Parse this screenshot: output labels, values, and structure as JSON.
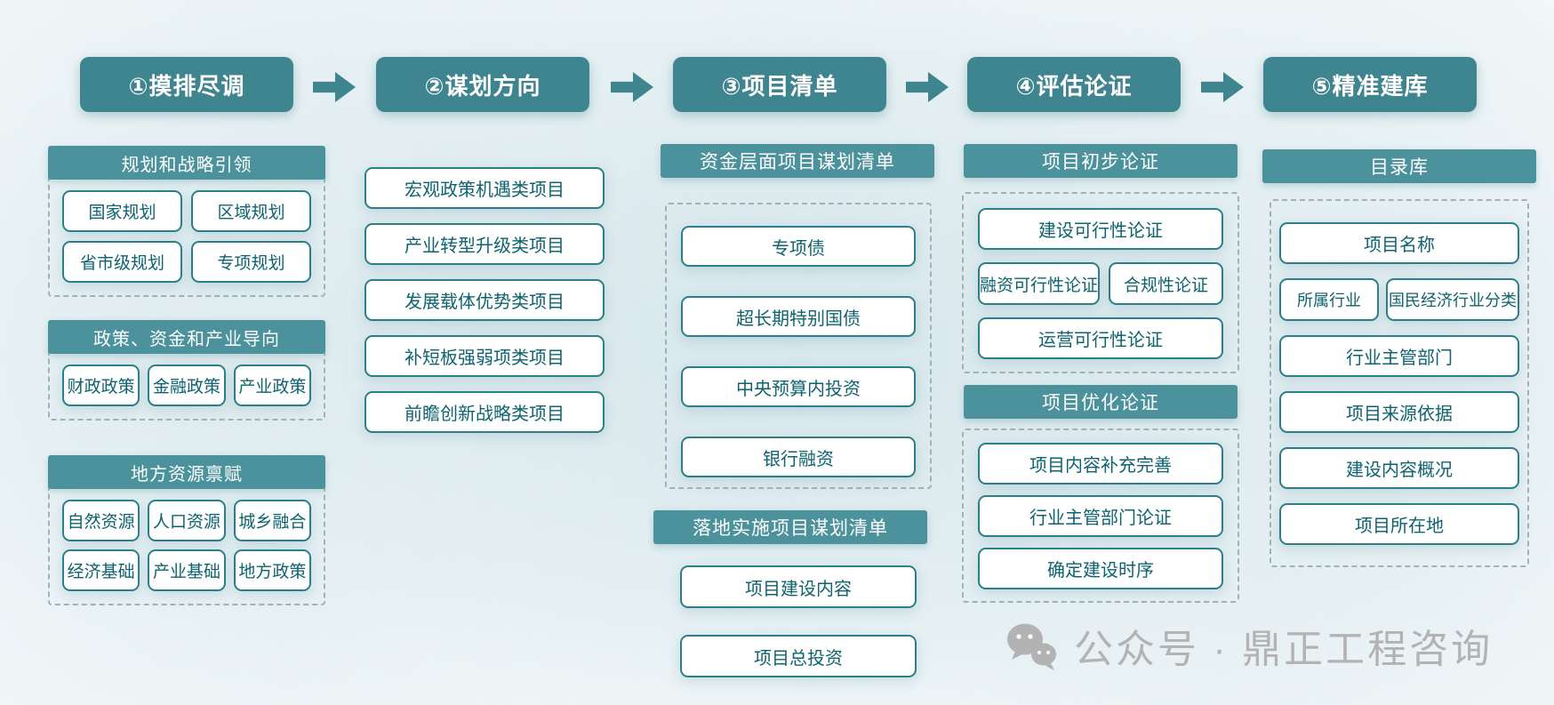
{
  "steps": [
    {
      "label": "①摸排尽调"
    },
    {
      "label": "②谋划方向"
    },
    {
      "label": "③项目清单"
    },
    {
      "label": "④评估论证"
    },
    {
      "label": "⑤精准建库"
    }
  ],
  "col1": {
    "groups": [
      {
        "title": "规划和战略引领",
        "items": [
          "国家规划",
          "区域规划",
          "省市级规划",
          "专项规划"
        ]
      },
      {
        "title": "政策、资金和产业导向",
        "items": [
          "财政政策",
          "金融政策",
          "产业政策"
        ]
      },
      {
        "title": "地方资源禀赋",
        "items": [
          "自然资源",
          "人口资源",
          "城乡融合",
          "经济基础",
          "产业基础",
          "地方政策"
        ]
      }
    ]
  },
  "col2": {
    "items": [
      "宏观政策机遇类项目",
      "产业转型升级类项目",
      "发展载体优势类项目",
      "补短板强弱项类项目",
      "前瞻创新战略类项目"
    ]
  },
  "col3": {
    "funding_title": "资金层面项目谋划清单",
    "funding_items": [
      "专项债",
      "超长期特别国债",
      "中央预算内投资",
      "银行融资"
    ],
    "landing_title": "落地实施项目谋划清单",
    "landing_items": [
      "项目建设内容",
      "项目总投资"
    ]
  },
  "col4": {
    "initial_title": "项目初步论证",
    "initial_full_top": "建设可行性论证",
    "initial_split": [
      "融资可行性论证",
      "合规性论证"
    ],
    "initial_full_bottom": "运营可行性论证",
    "optimize_title": "项目优化论证",
    "optimize_items": [
      "项目内容补充完善",
      "行业主管部门论证",
      "确定建设时序"
    ]
  },
  "col5": {
    "title": "目录库",
    "item_top": "项目名称",
    "split": [
      "所属行业",
      "国民经济行业分类"
    ],
    "items": [
      "行业主管部门",
      "项目来源依据",
      "建设内容概况",
      "项目所在地"
    ]
  },
  "watermark": {
    "icon": "wechat-icon",
    "text": "公众号 · 鼎正工程咨询"
  },
  "colors": {
    "step_header": "#3e8590",
    "section_bar": "#4b929d",
    "box_border": "#2b7f8b",
    "box_text": "#0e6370",
    "dashed_border": "#a3b2b6",
    "watermark_gray": "#b3b3b3"
  }
}
